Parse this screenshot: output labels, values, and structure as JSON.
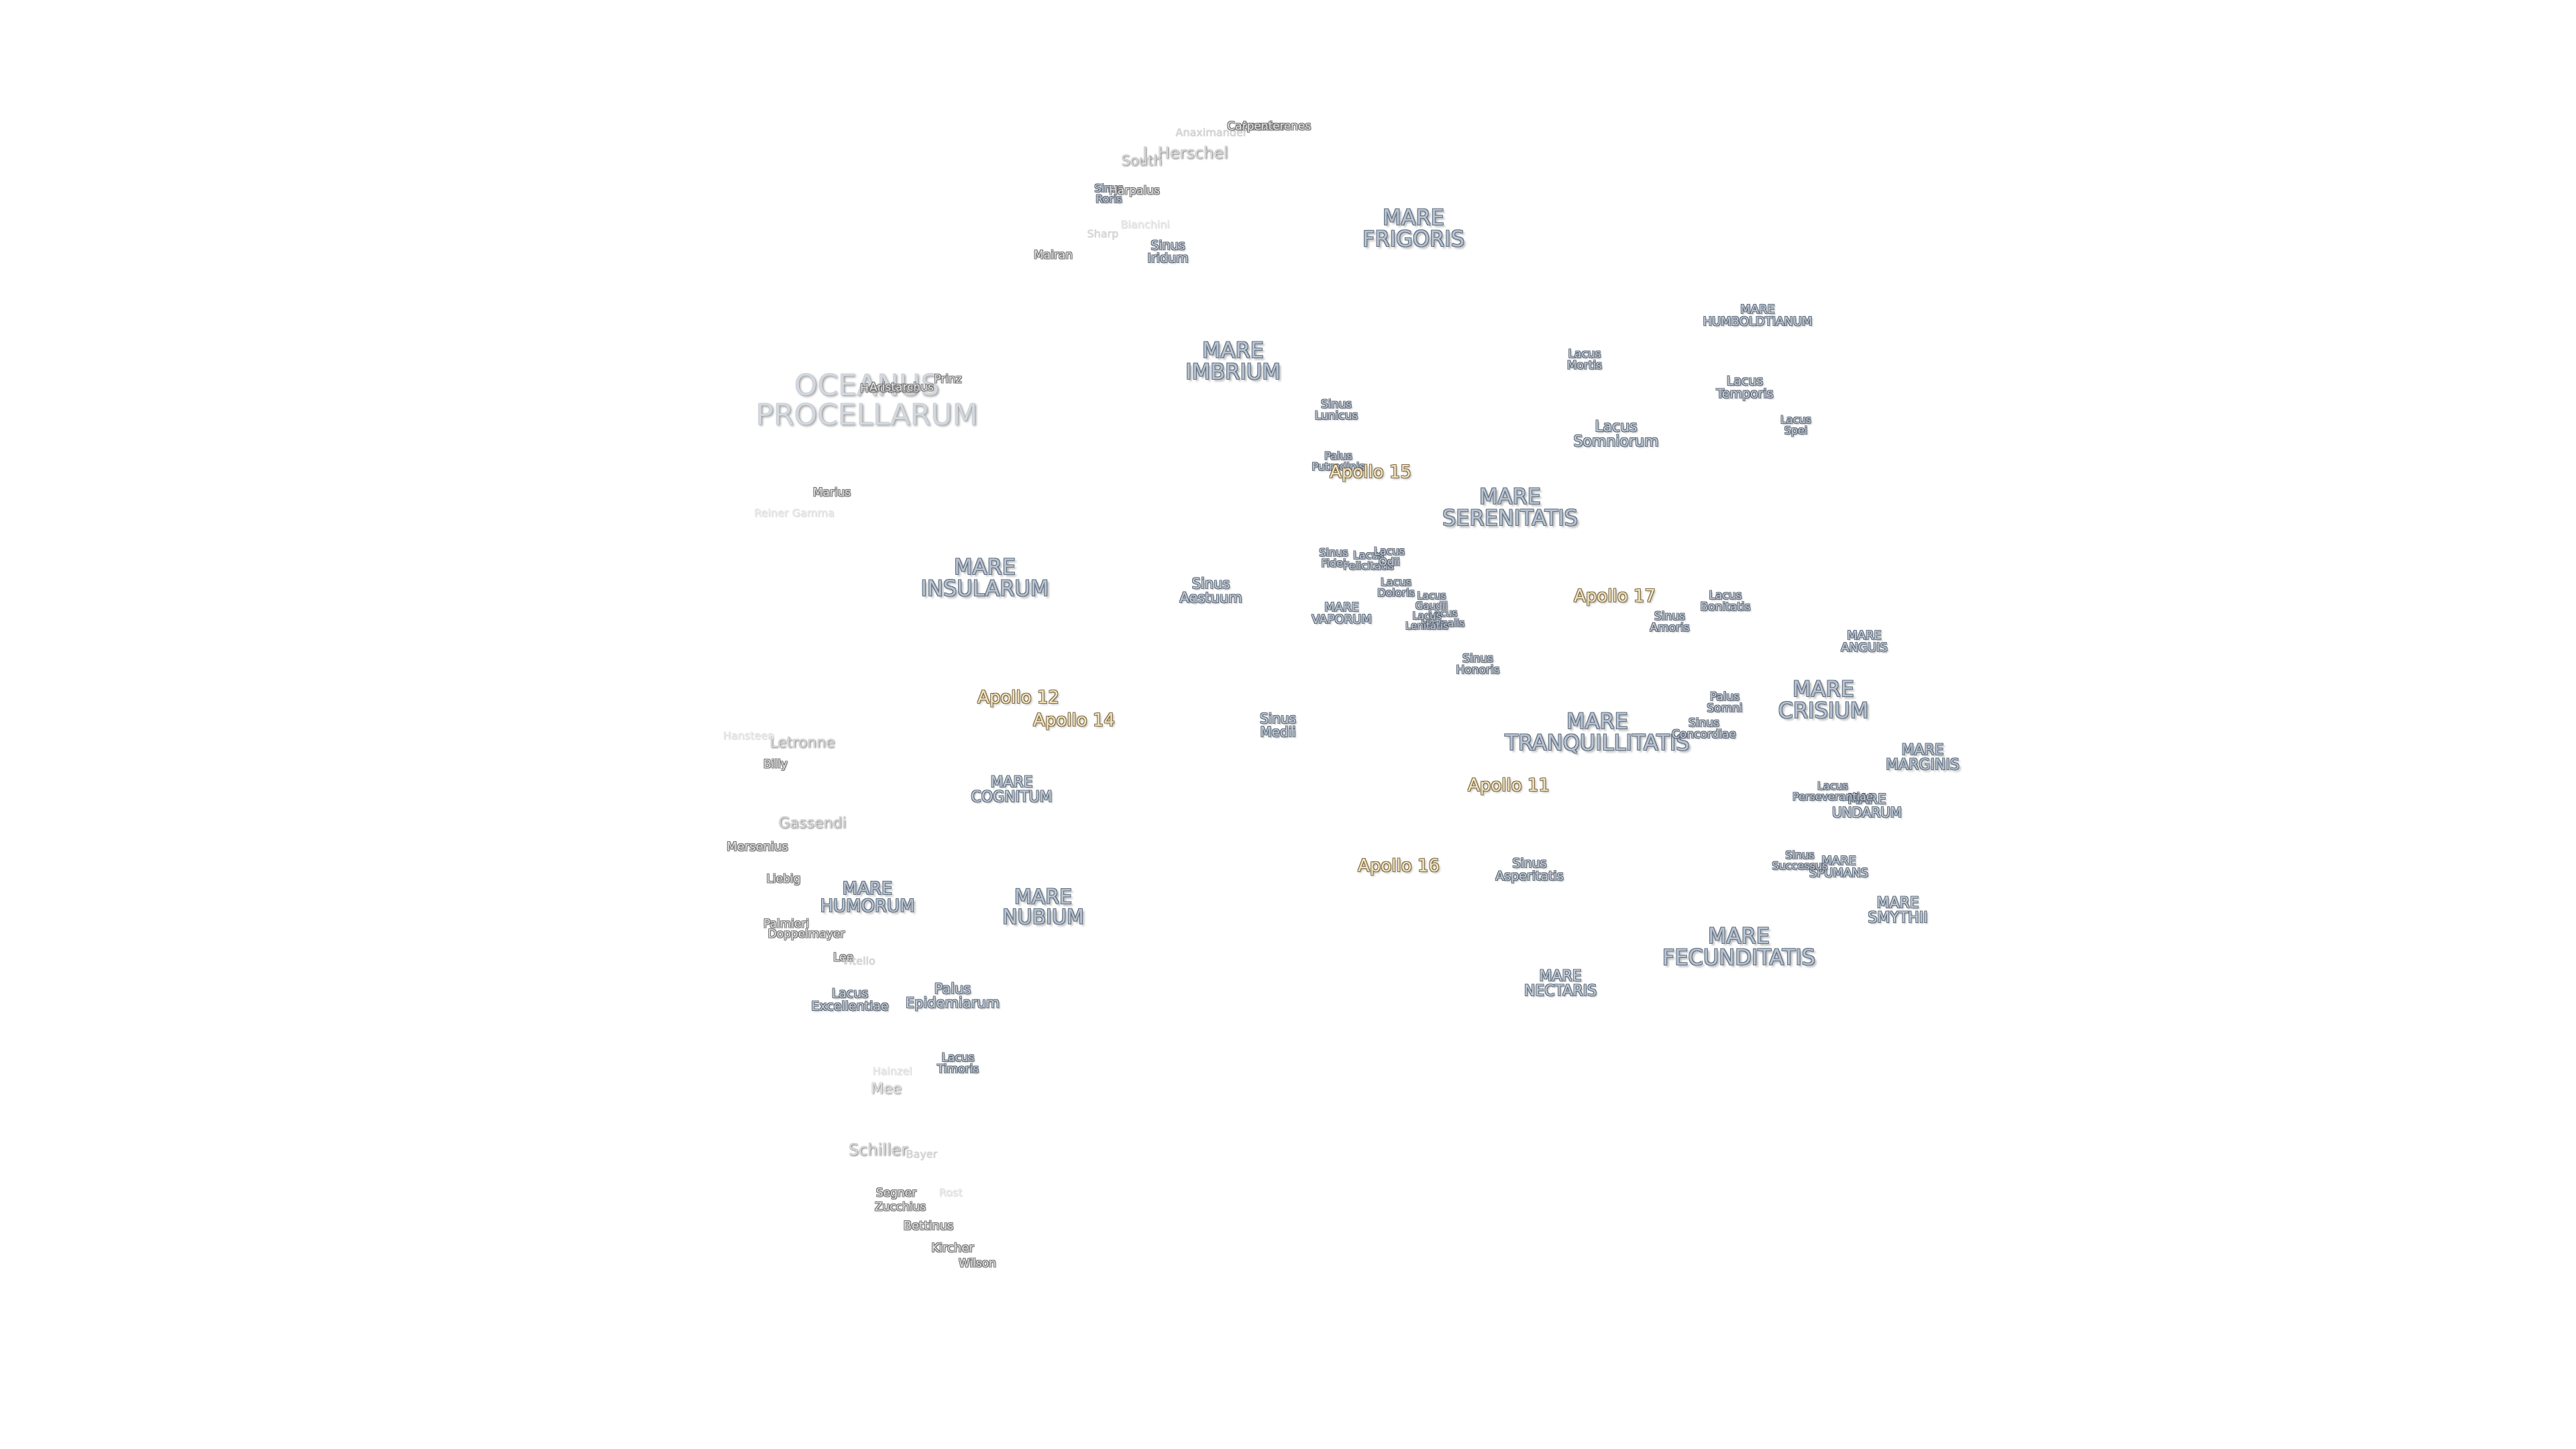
{
  "maria": {
    "frigoris": "MARE\nFRIGORIS",
    "imbrium": "MARE\nIMBRIUM",
    "oceanus": "OCEANUS\nPROCELLARUM",
    "serenitatis": "MARE\nSERENITATIS",
    "insularum": "MARE\nINSULARUM",
    "tranquillitatis": "MARE\nTRANQUILLITATIS",
    "crisium": "MARE\nCRISIUM",
    "cognitum": "MARE\nCOGNITUM",
    "humorum": "MARE\nHUMORUM",
    "nubium": "MARE\nNUBIUM",
    "fecunditatis": "MARE\nFECUNDITATIS",
    "nectaris": "MARE\nNECTARIS",
    "humboldtianum": "MARE\nHUMBOLDTIANUM",
    "vaporum": "MARE\nVAPORUM",
    "anguis": "MARE\nANGUIS",
    "marginis": "MARE\nMARGINIS",
    "undarum": "MARE\nUNDARUM",
    "spumans": "MARE\nSPUMANS",
    "smythii": "MARE\nSMYTHII"
  },
  "minor": {
    "sinus_iridum": "Sinus\nIridum",
    "sinus_roris": "Sinus\nRoris",
    "lacus_mortis": "Lacus\nMortis",
    "lacus_temporis": "Lacus\nTemporis",
    "lacus_spei": "Lacus\nSpei",
    "lacus_somniorum": "Lacus\nSomniorum",
    "sinus_lunicus": "Sinus\nLunicus",
    "palus_putredinis": "Palus\nPutredinis",
    "sinus_aestuum": "Sinus\nAestuum",
    "sinus_fidei": "Sinus\nFidei",
    "lacus_felicitatis": "Lacus\nFelicitatis",
    "lacus_odii": "Lacus\nOdii",
    "lacus_doloris": "Lacus\nDoloris",
    "lacus_gaudii": "Lacus\nGaudii",
    "lacus_hiemalis": "Lacus\nHiemalis",
    "lacus_lenitatis": "Lacus\nLenitatis",
    "sinus_honoris": "Sinus\nHonoris",
    "sinus_amoris": "Sinus\nAmoris",
    "lacus_bonitatis": "Lacus\nBonitatis",
    "palus_somni": "Palus\nSomni",
    "sinus_concordiae": "Sinus\nConcordiae",
    "sinus_medii": "Sinus\nMedii",
    "lacus_perseverantiae": "Lacus\nPerseverantiae",
    "sinus_successus": "Sinus\nSuccessus",
    "sinus_asperitatis": "Sinus\nAsperitatis",
    "palus_epidemiarum": "Palus\nEpidemiarum",
    "lacus_excellentiae": "Lacus\nExcellentiae",
    "lacus_timoris": "Lacus\nTimoris"
  },
  "apollo": {
    "a11": "Apollo 11",
    "a12": "Apollo 12",
    "a14": "Apollo 14",
    "a15": "Apollo 15",
    "a16": "Apollo 16",
    "a17": "Apollo 17"
  },
  "craters": {
    "j_herschel": "J. Herschel",
    "south": "South",
    "anaximander": "Anaximander",
    "anaximenes": "Anaximenes",
    "carpenter": "Carpenter",
    "harpalus": "Harpalus",
    "bianchini": "Bianchini",
    "sharp": "Sharp",
    "mairan": "Mairan",
    "prinz": "Prinz",
    "herodotus": "Herodotus",
    "aristarchus": "Aristarchus",
    "marius": "Marius",
    "reiner_gamma": "Reiner Gamma",
    "letronne": "Letronne",
    "hansteen": "Hansteen",
    "billy": "Billy",
    "gassendi": "Gassendi",
    "mersenius": "Mersenius",
    "liebig": "Liebig",
    "palmieri": "Palmieri",
    "doppelmayer": "Doppelmayer",
    "lee": "Lee",
    "vitello": "Vitello",
    "hainzel": "Hainzel",
    "mee": "Mee",
    "schiller": "Schiller",
    "bayer": "Bayer",
    "segner": "Segner",
    "zucchius": "Zucchius",
    "rost": "Rost",
    "bettinus": "Bettinus",
    "kircher": "Kircher",
    "wilson": "Wilson"
  }
}
